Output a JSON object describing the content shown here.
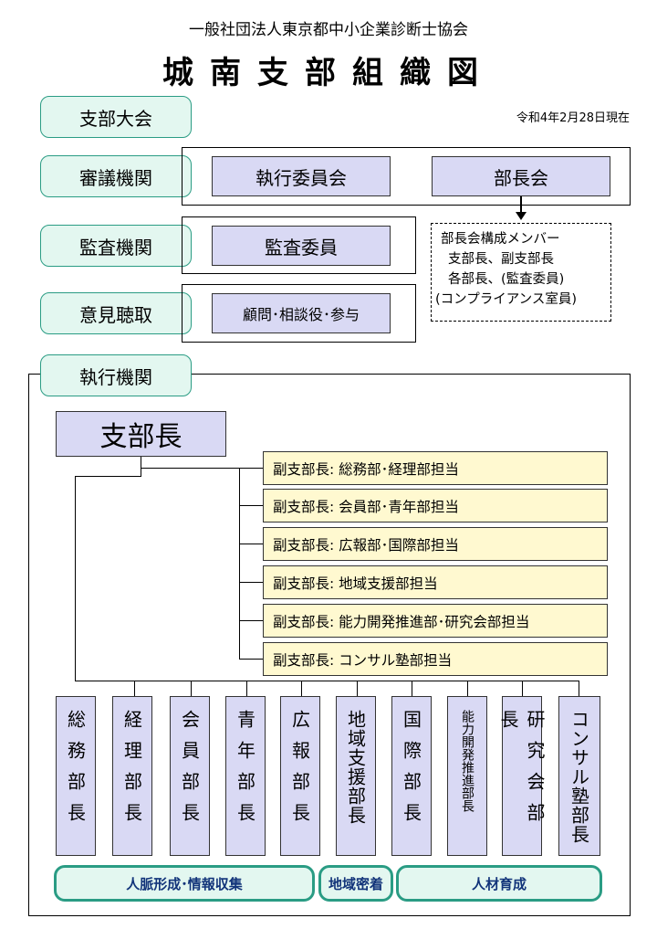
{
  "header": {
    "organization": "一般社団法人東京都中小企業診断士協会",
    "title": "城南支部組織図",
    "date": "令和4年2月28日現在"
  },
  "left_labels": {
    "general_meeting": "支部大会",
    "deliberation": "審議機関",
    "audit": "監査機関",
    "advisory": "意見聴取",
    "executive": "執行機関"
  },
  "bodies": {
    "executive_committee": "執行委員会",
    "directors_meeting": "部長会",
    "audit_committee": "監査委員",
    "advisors": "顧問･相談役･参与"
  },
  "directors_members": {
    "line1": "部長会構成メンバー",
    "line2": "支部長、副支部長",
    "line3": "各部長、(監査委員)",
    "line4": "(コンプライアンス室員)"
  },
  "branch_head": "支部長",
  "vice_heads": [
    "副支部長: 総務部･経理部担当",
    "副支部長: 会員部･青年部担当",
    "副支部長: 広報部･国際部担当",
    "副支部長: 地域支援部担当",
    "副支部長: 能力開発推進部･研究会部担当",
    "副支部長: コンサル塾部担当"
  ],
  "departments": [
    "総務部長",
    "経理部長",
    "会員部長",
    "青年部長",
    "広報部長",
    "地域支援部長",
    "国際部長",
    "能力開発推進部長",
    "研究会部長",
    "コンサル塾部長"
  ],
  "groups": {
    "networking": "人脈形成･情報収集",
    "community": "地域密着",
    "talent": "人材育成"
  }
}
